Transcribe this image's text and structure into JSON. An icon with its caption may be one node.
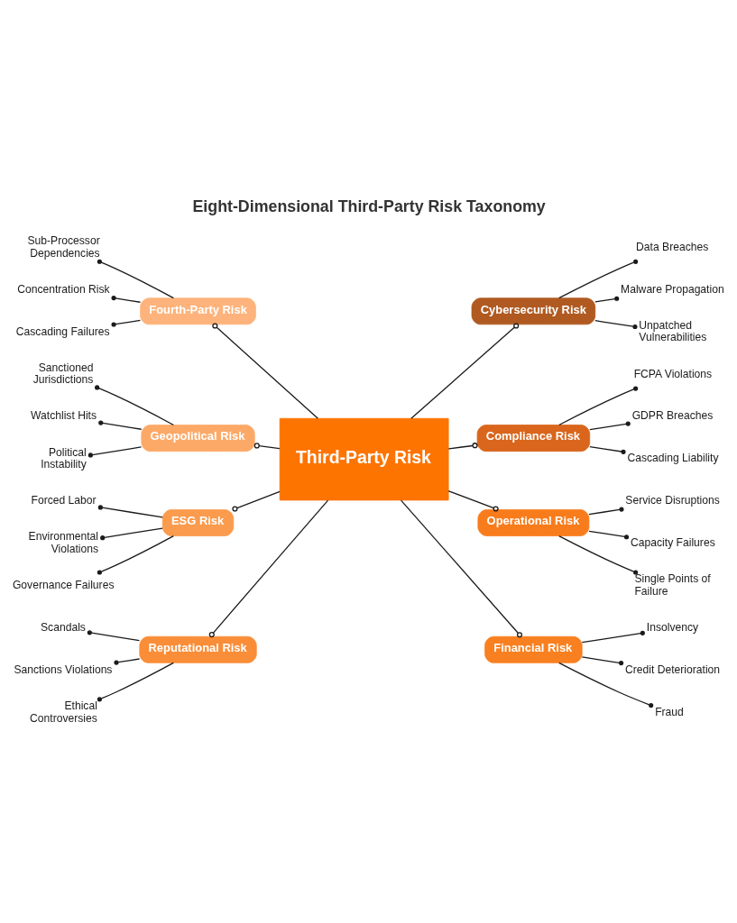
{
  "diagram": {
    "title": "Eight-Dimensional Third-Party Risk Taxonomy",
    "nodes": [
      {
        "text": [
          "Third-Party Risk"
        ]
      },
      {
        "text": [
          "Fourth-Party Risk"
        ]
      },
      {
        "text": [
          "Sub-Processor Dependencies"
        ]
      },
      {
        "text": [
          "Concentration Risk"
        ]
      },
      {
        "text": [
          "Cascading Failures"
        ]
      },
      {
        "text": [
          "Cybersecurity Risk"
        ]
      },
      {
        "text": [
          "Data Breaches"
        ]
      },
      {
        "text": [
          "Malware Propagation"
        ]
      },
      {
        "text": [
          "Unpatched Vulnerabilities"
        ]
      },
      {
        "text": [
          "Geopolitical Risk"
        ]
      },
      {
        "text": [
          "Sanctioned Jurisdictions"
        ]
      },
      {
        "text": [
          "Watchlist Hits"
        ]
      },
      {
        "text": [
          "Political Instability"
        ]
      },
      {
        "text": [
          "Compliance Risk"
        ]
      },
      {
        "text": [
          "FCPA Violations"
        ]
      },
      {
        "text": [
          "GDPR Breaches"
        ]
      },
      {
        "text": [
          "Cascading Liability"
        ]
      },
      {
        "text": [
          "ESG Risk"
        ]
      },
      {
        "text": [
          "Forced Labor"
        ]
      },
      {
        "text": [
          "Environmental Violations"
        ]
      },
      {
        "text": [
          "Governance Failures"
        ]
      },
      {
        "text": [
          "Operational Risk"
        ]
      },
      {
        "text": [
          "Service Disruptions"
        ]
      },
      {
        "text": [
          "Capacity Failures"
        ]
      },
      {
        "text": [
          "Single Points of Failure"
        ]
      },
      {
        "text": [
          "Reputational Risk"
        ]
      },
      {
        "text": [
          "Scandals"
        ]
      },
      {
        "text": [
          "Sanctions Violations"
        ]
      },
      {
        "text": [
          "Ethical Controversies"
        ]
      },
      {
        "text": [
          "Financial Risk"
        ]
      },
      {
        "text": [
          "Insolvency"
        ]
      },
      {
        "text": [
          "Credit Deterioration"
        ]
      },
      {
        "text": [
          "Fraud"
        ]
      }
    ],
    "edges": [
      {
        "from": 0,
        "to": 1,
        "arrow": "other"
      },
      {
        "from": 1,
        "to": 2,
        "arrow": "other"
      },
      {
        "from": 1,
        "to": 3,
        "arrow": "other"
      },
      {
        "from": 1,
        "to": 4,
        "arrow": "other"
      },
      {
        "from": 0,
        "to": 5,
        "arrow": "other"
      },
      {
        "from": 5,
        "to": 6,
        "arrow": "other"
      },
      {
        "from": 5,
        "to": 7,
        "arrow": "other"
      },
      {
        "from": 5,
        "to": 8,
        "arrow": "other"
      },
      {
        "from": 0,
        "to": 9,
        "arrow": "other"
      },
      {
        "from": 9,
        "to": 10,
        "arrow": "other"
      },
      {
        "from": 9,
        "to": 11,
        "arrow": "other"
      },
      {
        "from": 9,
        "to": 12,
        "arrow": "other"
      },
      {
        "from": 0,
        "to": 13,
        "arrow": "other"
      },
      {
        "from": 13,
        "to": 14,
        "arrow": "other"
      },
      {
        "from": 13,
        "to": 15,
        "arrow": "other"
      },
      {
        "from": 13,
        "to": 16,
        "arrow": "other"
      },
      {
        "from": 0,
        "to": 17,
        "arrow": "other"
      },
      {
        "from": 17,
        "to": 18,
        "arrow": "other"
      },
      {
        "from": 17,
        "to": 19,
        "arrow": "other"
      },
      {
        "from": 17,
        "to": 20,
        "arrow": "other"
      },
      {
        "from": 0,
        "to": 21,
        "arrow": "other"
      },
      {
        "from": 21,
        "to": 22,
        "arrow": "other"
      },
      {
        "from": 21,
        "to": 23,
        "arrow": "other"
      },
      {
        "from": 21,
        "to": 24,
        "arrow": "other"
      },
      {
        "from": 0,
        "to": 25,
        "arrow": "other"
      },
      {
        "from": 25,
        "to": 26,
        "arrow": "other"
      },
      {
        "from": 25,
        "to": 27,
        "arrow": "other"
      },
      {
        "from": 25,
        "to": 28,
        "arrow": "other"
      },
      {
        "from": 0,
        "to": 29,
        "arrow": "other"
      },
      {
        "from": 29,
        "to": 30,
        "arrow": "other"
      },
      {
        "from": 29,
        "to": 31,
        "arrow": "other"
      },
      {
        "from": 29,
        "to": 32,
        "arrow": "other"
      }
    ]
  }
}
